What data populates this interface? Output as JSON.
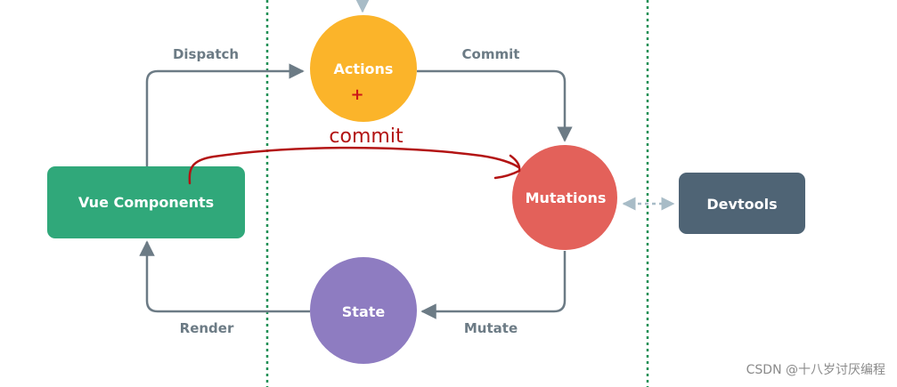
{
  "nodes": {
    "actions": {
      "label": "Actions",
      "color": "#fbb42a"
    },
    "mutations": {
      "label": "Mutations",
      "color": "#e3615a"
    },
    "state": {
      "label": "State",
      "color": "#8e7cc1"
    },
    "vue_components": {
      "label": "Vue Components",
      "color": "#30a87a"
    },
    "devtools": {
      "label": "Devtools",
      "color": "#4f6475"
    }
  },
  "edges": {
    "dispatch": "Dispatch",
    "commit": "Commit",
    "mutate": "Mutate",
    "render": "Render"
  },
  "annotation": {
    "text": "commit",
    "plus": "+",
    "color": "#b31414"
  },
  "colors": {
    "arrow": "#6c7b85",
    "dotted_divider": "#1f8f55",
    "devtools_link": "#a8bcc7"
  },
  "watermark": "CSDN @十八岁讨厌编程"
}
